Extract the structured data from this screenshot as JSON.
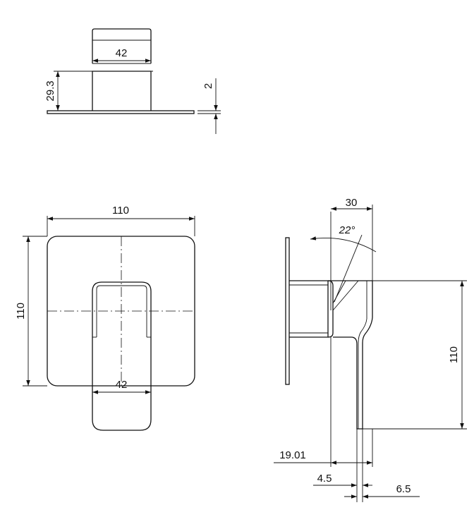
{
  "drawing": {
    "top_view": {
      "handle_width": "42",
      "height": "29.3",
      "plate_thickness": "2"
    },
    "front_view": {
      "plate_width": "110",
      "plate_height": "110",
      "handle_width": "42"
    },
    "side_view": {
      "depth": "30",
      "angle": "22°",
      "height": "110",
      "offset_a": "19.01",
      "offset_b": "4.5",
      "offset_c": "6.5"
    }
  }
}
